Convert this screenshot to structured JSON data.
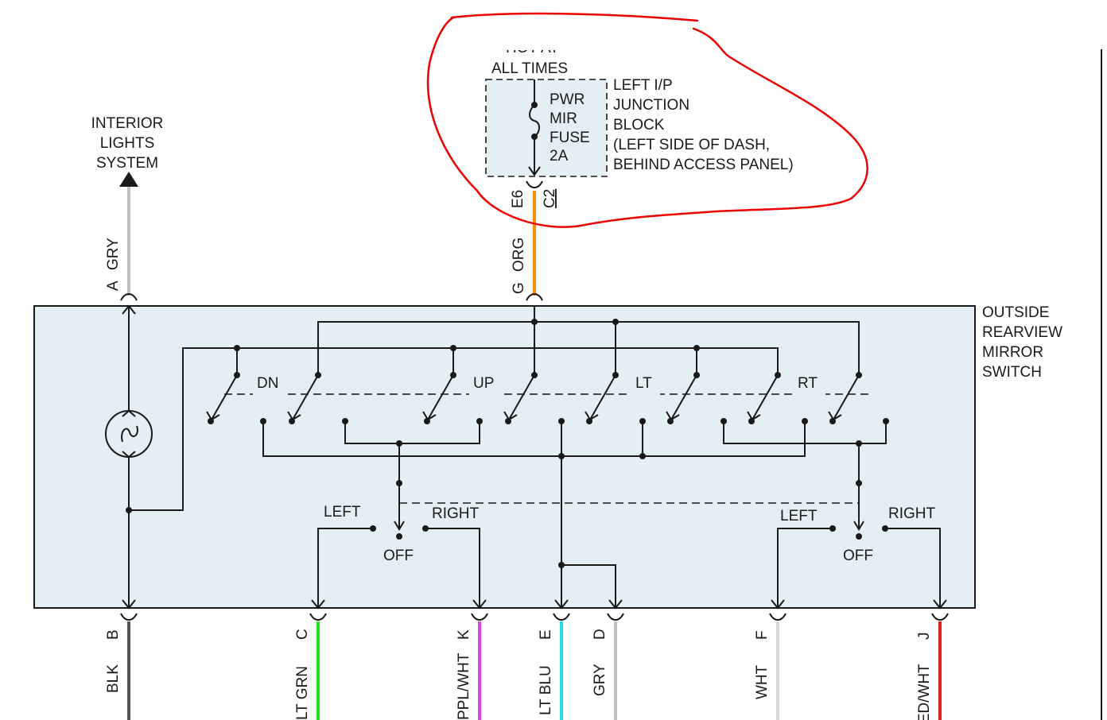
{
  "fuse_block": {
    "power_label_clipped": "HOT AT",
    "power_label": "ALL TIMES",
    "fuse_lines": [
      "PWR",
      "MIR",
      "FUSE",
      "2A"
    ],
    "block_lines": [
      "LEFT I/P",
      "JUNCTION",
      "BLOCK",
      "(LEFT SIDE OF DASH,",
      "BEHIND ACCESS PANEL)"
    ],
    "pin": "E6",
    "connector": "C2"
  },
  "interior": {
    "lines": [
      "INTERIOR",
      "LIGHTS",
      "SYSTEM"
    ]
  },
  "switch": {
    "lines": [
      "OUTSIDE",
      "REARVIEW",
      "MIRROR",
      "SWITCH"
    ],
    "functions": [
      "DN",
      "UP",
      "LT",
      "RT"
    ],
    "left_selector": {
      "left": "LEFT",
      "right": "RIGHT",
      "off": "OFF"
    },
    "right_selector": {
      "left": "LEFT",
      "right": "RIGHT",
      "off": "OFF"
    }
  },
  "top_wires": [
    {
      "pin": "A",
      "color_name": "GRY",
      "color": "#c0c0c0"
    },
    {
      "pin": "G",
      "color_name": "ORG",
      "color": "#ff8c00"
    }
  ],
  "bottom_wires": [
    {
      "pin": "B",
      "color_name": "BLK",
      "color": "#555555"
    },
    {
      "pin": "C",
      "color_name": "LT GRN",
      "color": "#22dd22"
    },
    {
      "pin": "K",
      "color_name": "PPL/WHT",
      "color": "#e040e0"
    },
    {
      "pin": "E",
      "color_name": "LT BLU",
      "color": "#22dddd"
    },
    {
      "pin": "D",
      "color_name": "GRY",
      "color": "#c0c0c0"
    },
    {
      "pin": "F",
      "color_name": "WHT",
      "color": "#d8d8d8"
    },
    {
      "pin": "J",
      "color_name": "RED/WHT",
      "color": "#e02020"
    }
  ],
  "annotation_color": "#ee0000"
}
